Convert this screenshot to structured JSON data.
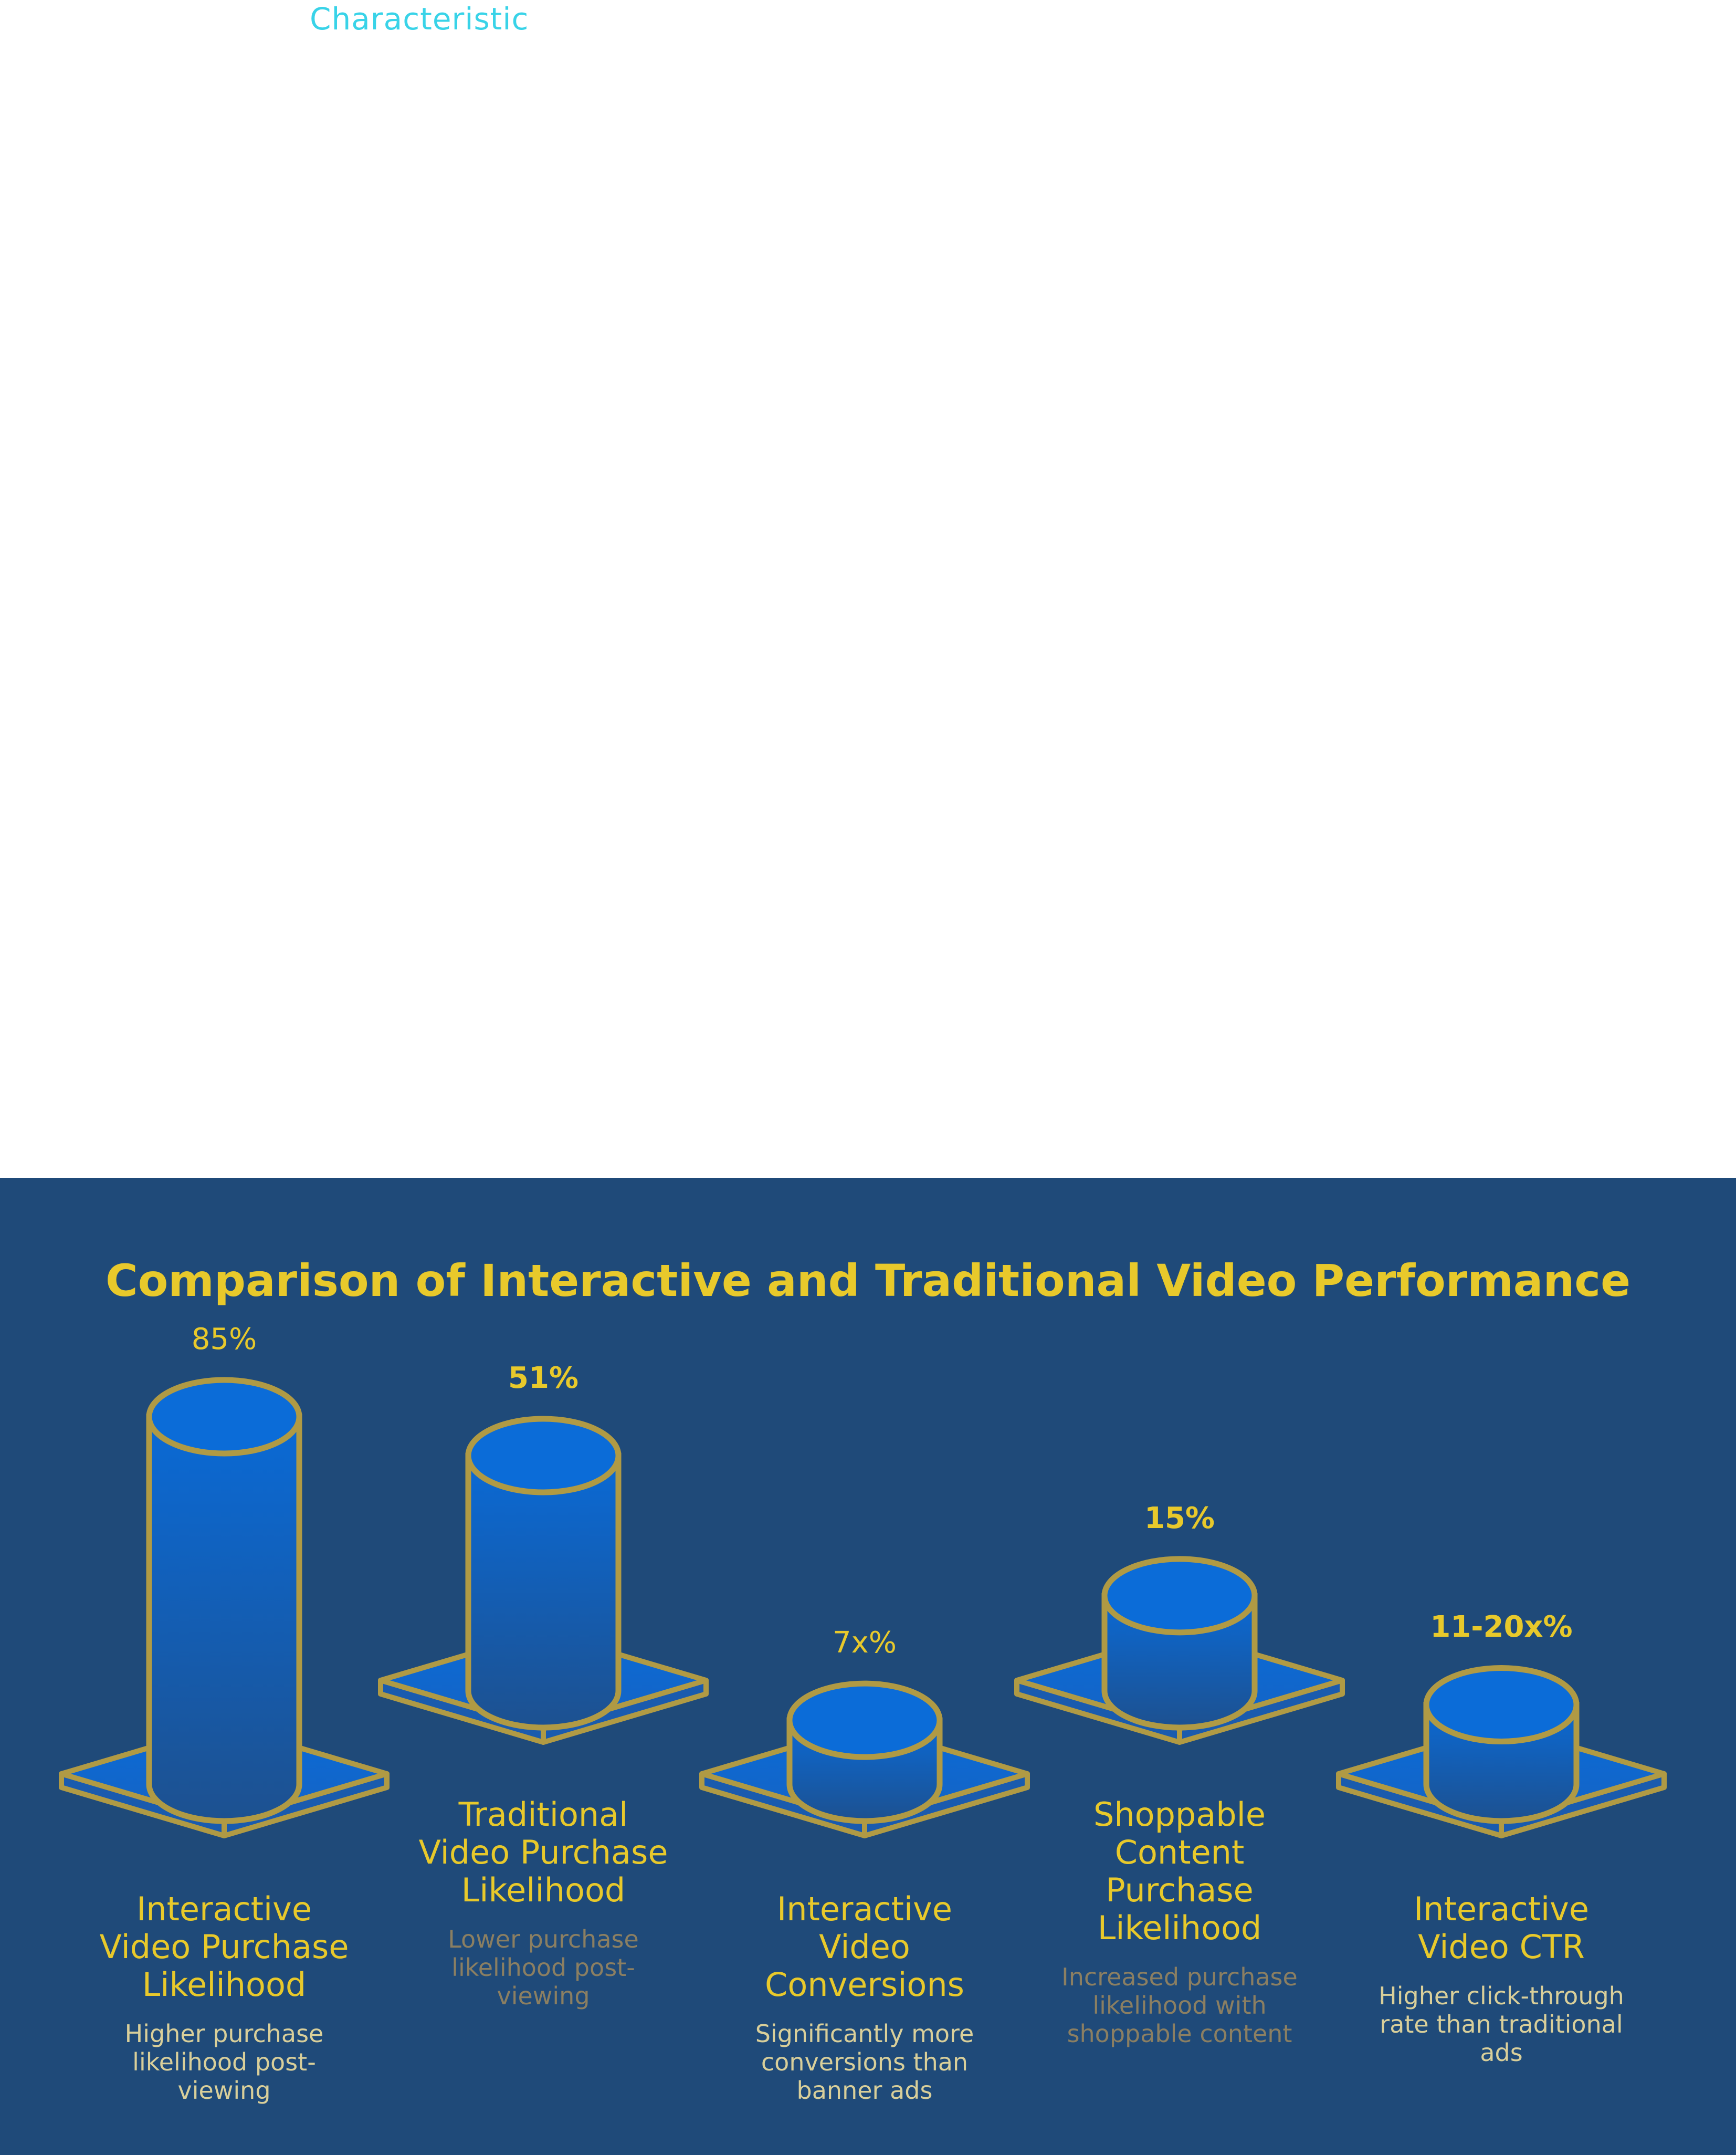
{
  "top_label": "Characteristic",
  "colors": {
    "panel_bg": "#1f4a79",
    "accent": "#e8c92b",
    "outline": "#b09a44",
    "cylinder_top": "#0a6ad6",
    "cylinder_bottom": "#1d5190"
  },
  "chart_data": {
    "type": "bar",
    "title": "Comparison of Interactive and Traditional Video Performance",
    "categories": [
      "Interactive Video Purchase Likelihood",
      "Traditional Video Purchase Likelihood",
      "Interactive Video Conversions",
      "Shoppable Content Purchase Likelihood",
      "Interactive Video CTR"
    ],
    "values": [
      85,
      51,
      7,
      15,
      11
    ],
    "value_labels": [
      "85%",
      "51%",
      "7x%",
      "15%",
      "11-20x%"
    ],
    "descriptions": [
      "Higher purchase likelihood post-viewing",
      "Lower purchase likelihood post-viewing",
      "Significantly more conversions than banner ads",
      "Increased purchase likelihood with shoppable content",
      "Higher click-through rate than traditional ads"
    ],
    "ylim": [
      0,
      85
    ],
    "grid": false
  }
}
